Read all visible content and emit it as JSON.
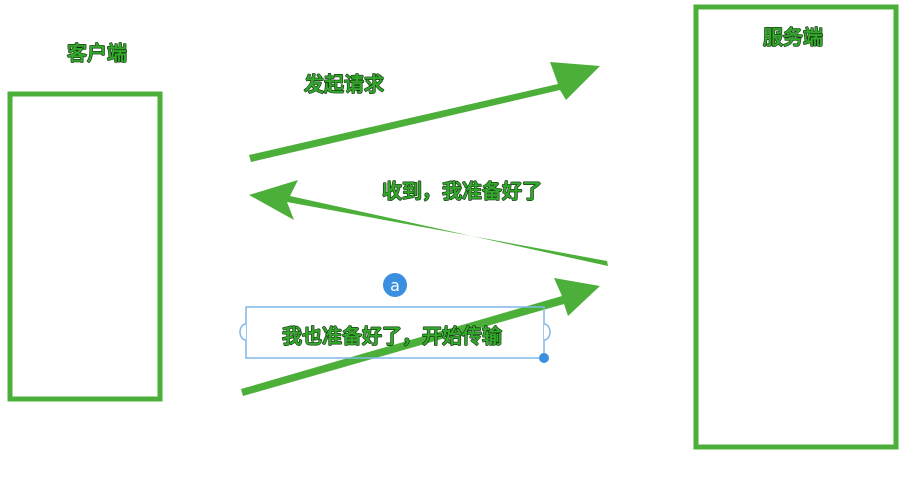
{
  "diagram": {
    "client_label": "客户端",
    "server_label": "服务端",
    "step1_label": "发起请求",
    "step2_label": "收到，我准备好了",
    "step3_label": "我也准备好了，开始传输",
    "selection_badge": "a"
  },
  "colors": {
    "accent_green": "#4caf3a",
    "selection_blue": "#3a8fe0"
  }
}
